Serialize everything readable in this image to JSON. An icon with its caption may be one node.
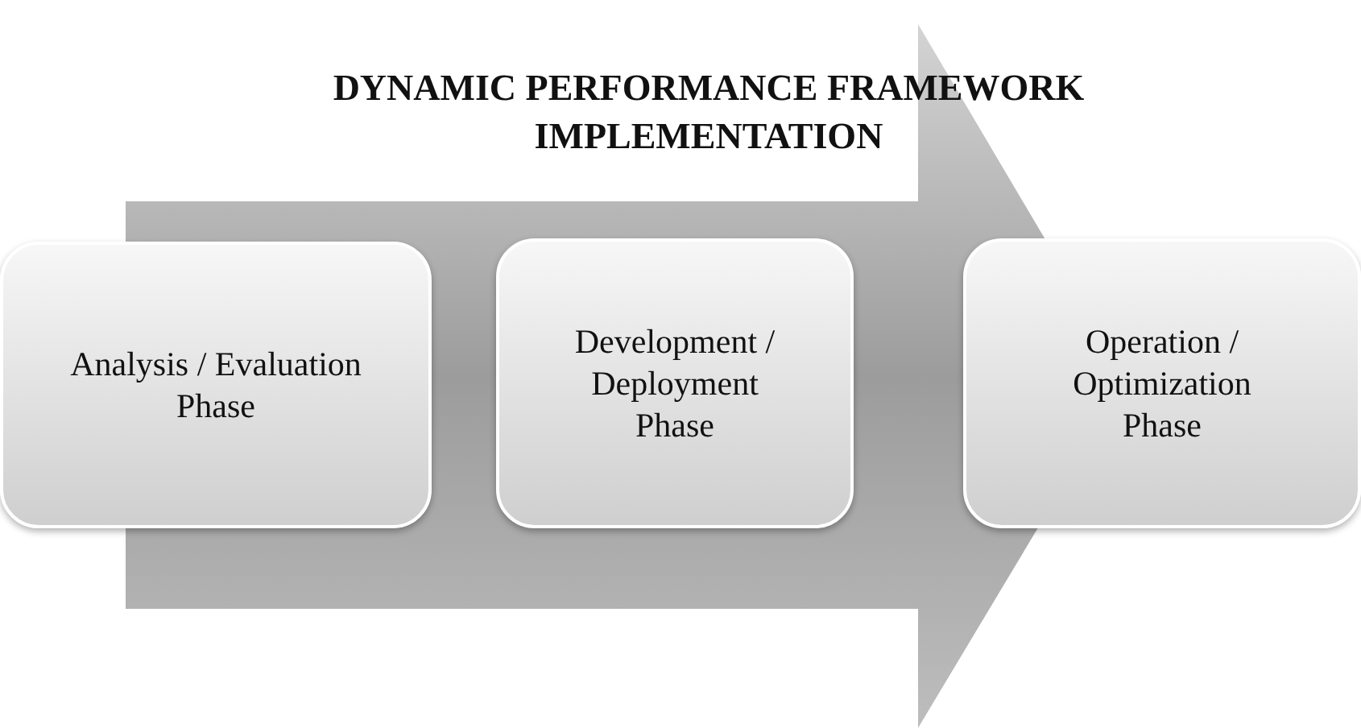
{
  "diagram": {
    "title": "DYNAMIC PERFORMANCE FRAMEWORK IMPLEMENTATION",
    "nodes": [
      {
        "text": [
          "Analysis / Evaluation Phase"
        ]
      },
      {
        "text": [
          "Development / Deployment Phase"
        ]
      },
      {
        "text": [
          "Operation / Optimization Phase"
        ]
      }
    ],
    "edges": [
      {
        "from": 0,
        "to": 2,
        "arrow": "to"
      }
    ]
  }
}
